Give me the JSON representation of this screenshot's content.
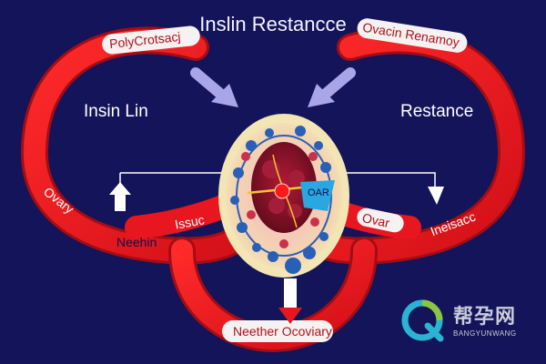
{
  "title": "Inslin Restancce",
  "labels": {
    "left_heading": "Insin Lin",
    "right_heading": "Restance",
    "top_left_band": "PolyCrotsacj",
    "top_right_band": "Ovacin Renamoy",
    "left_band_outer": "Ovary",
    "left_band_inner": "Neehin",
    "center_left": "Issuc",
    "center_badge": "OAR",
    "right_band_inner": "Ovar",
    "right_band_outer": "Ineisacc",
    "bottom_band": "Neether Ocoviary"
  },
  "watermark": {
    "cn_text": "帮孕网",
    "en_text": "BANGYUNWANG"
  },
  "colors": {
    "background": "#14145a",
    "loop_red": "#e8161e",
    "loop_edge": "#a30d14",
    "arrow_lavender": "#a8a6e8",
    "tissue_outer": "#f4e6b4",
    "tissue_pink": "#f0a8b8",
    "cell_blue": "#2a5fb8",
    "core_maroon": "#7a0f26",
    "accent_yellow": "#f2c62a",
    "badge_cyan": "#2aa6e0"
  }
}
